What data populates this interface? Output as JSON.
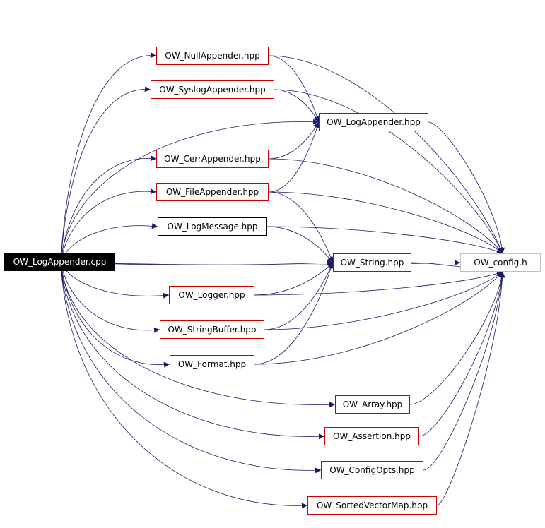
{
  "graph": {
    "edge_color": "#1a1a66",
    "link_border": "#cc0000",
    "root_fill": "#000000",
    "nodes": [
      {
        "id": "root",
        "label": "OW_LogAppender.cpp",
        "style": "root",
        "interactable": false
      },
      {
        "id": "null",
        "label": "OW_NullAppender.hpp",
        "style": "link",
        "interactable": true
      },
      {
        "id": "syslog",
        "label": "OW_SyslogAppender.hpp",
        "style": "link",
        "interactable": true
      },
      {
        "id": "logapp",
        "label": "OW_LogAppender.hpp",
        "style": "link",
        "interactable": true
      },
      {
        "id": "cerr",
        "label": "OW_CerrAppender.hpp",
        "style": "link",
        "interactable": true
      },
      {
        "id": "file",
        "label": "OW_FileAppender.hpp",
        "style": "link",
        "interactable": true
      },
      {
        "id": "logmsg",
        "label": "OW_LogMessage.hpp",
        "style": "black",
        "interactable": false
      },
      {
        "id": "string",
        "label": "OW_String.hpp",
        "style": "link",
        "interactable": true
      },
      {
        "id": "config",
        "label": "OW_config.h",
        "style": "plain",
        "interactable": false
      },
      {
        "id": "logger",
        "label": "OW_Logger.hpp",
        "style": "link",
        "interactable": true
      },
      {
        "id": "strbuf",
        "label": "OW_StringBuffer.hpp",
        "style": "link",
        "interactable": true
      },
      {
        "id": "format",
        "label": "OW_Format.hpp",
        "style": "link",
        "interactable": true
      },
      {
        "id": "array",
        "label": "OW_Array.hpp",
        "style": "link",
        "interactable": true
      },
      {
        "id": "assert",
        "label": "OW_Assertion.hpp",
        "style": "link",
        "interactable": true
      },
      {
        "id": "cfgopts",
        "label": "OW_ConfigOpts.hpp",
        "style": "link",
        "interactable": true
      },
      {
        "id": "svmap",
        "label": "OW_SortedVectorMap.hpp",
        "style": "link",
        "interactable": true
      }
    ],
    "edges": [
      [
        "root",
        "null"
      ],
      [
        "root",
        "syslog"
      ],
      [
        "root",
        "logapp"
      ],
      [
        "root",
        "cerr"
      ],
      [
        "root",
        "file"
      ],
      [
        "root",
        "logmsg"
      ],
      [
        "root",
        "string"
      ],
      [
        "root",
        "config"
      ],
      [
        "root",
        "logger"
      ],
      [
        "root",
        "strbuf"
      ],
      [
        "root",
        "format"
      ],
      [
        "root",
        "array"
      ],
      [
        "root",
        "assert"
      ],
      [
        "root",
        "cfgopts"
      ],
      [
        "root",
        "svmap"
      ],
      [
        "null",
        "logapp"
      ],
      [
        "null",
        "config"
      ],
      [
        "syslog",
        "logapp"
      ],
      [
        "syslog",
        "config"
      ],
      [
        "logapp",
        "config"
      ],
      [
        "cerr",
        "logapp"
      ],
      [
        "cerr",
        "config"
      ],
      [
        "file",
        "logapp"
      ],
      [
        "file",
        "string"
      ],
      [
        "file",
        "config"
      ],
      [
        "logmsg",
        "string"
      ],
      [
        "logmsg",
        "config"
      ],
      [
        "string",
        "config"
      ],
      [
        "logger",
        "string"
      ],
      [
        "logger",
        "config"
      ],
      [
        "strbuf",
        "string"
      ],
      [
        "strbuf",
        "config"
      ],
      [
        "format",
        "string"
      ],
      [
        "format",
        "config"
      ],
      [
        "array",
        "config"
      ],
      [
        "assert",
        "config"
      ],
      [
        "cfgopts",
        "config"
      ],
      [
        "svmap",
        "config"
      ]
    ]
  }
}
